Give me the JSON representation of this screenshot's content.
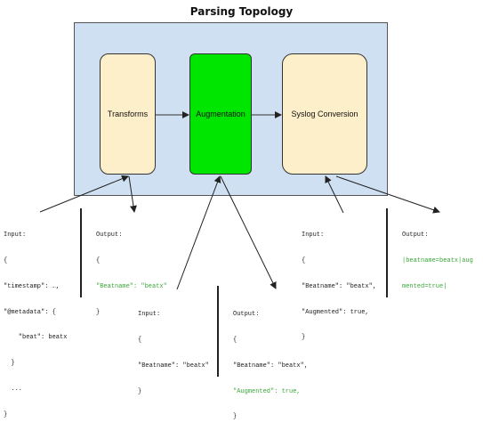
{
  "title": "Parsing Topology",
  "colors": {
    "panel": "#cfe0f2",
    "transforms": "#fdefc9",
    "augmentation": "#00e600",
    "syslog": "#fdefc9",
    "output_text": "#3aa63a"
  },
  "nodes": {
    "transforms": "Transforms",
    "augmentation": "Augmentation",
    "syslog": "Syslog Conversion"
  },
  "blocks": {
    "in1": {
      "label": "Input:",
      "lines": [
        "{",
        "\"timestamp\": …,",
        "\"@metadata\": {",
        "    \"beat\": beatx",
        "  }",
        "  ...",
        "}"
      ]
    },
    "out1": {
      "label": "Output:",
      "lines": [
        "{",
        "\"Beatname\": \"beatx\"",
        "}"
      ]
    },
    "in2": {
      "label": "Input:",
      "lines": [
        "{",
        "\"Beatname\": \"beatx\"",
        "}"
      ]
    },
    "out2": {
      "label": "Output:",
      "lines": [
        "{",
        "\"Beatname\": \"beatx\",",
        "\"Augmented\": true,",
        "}"
      ]
    },
    "in3": {
      "label": "Input:",
      "lines": [
        "{",
        "\"Beatname\": \"beatx\",",
        "\"Augmented\": true,",
        "}"
      ]
    },
    "out3": {
      "label": "Output:",
      "lines": [
        "|beatname=beatx|aug",
        "mented=true|"
      ]
    }
  }
}
